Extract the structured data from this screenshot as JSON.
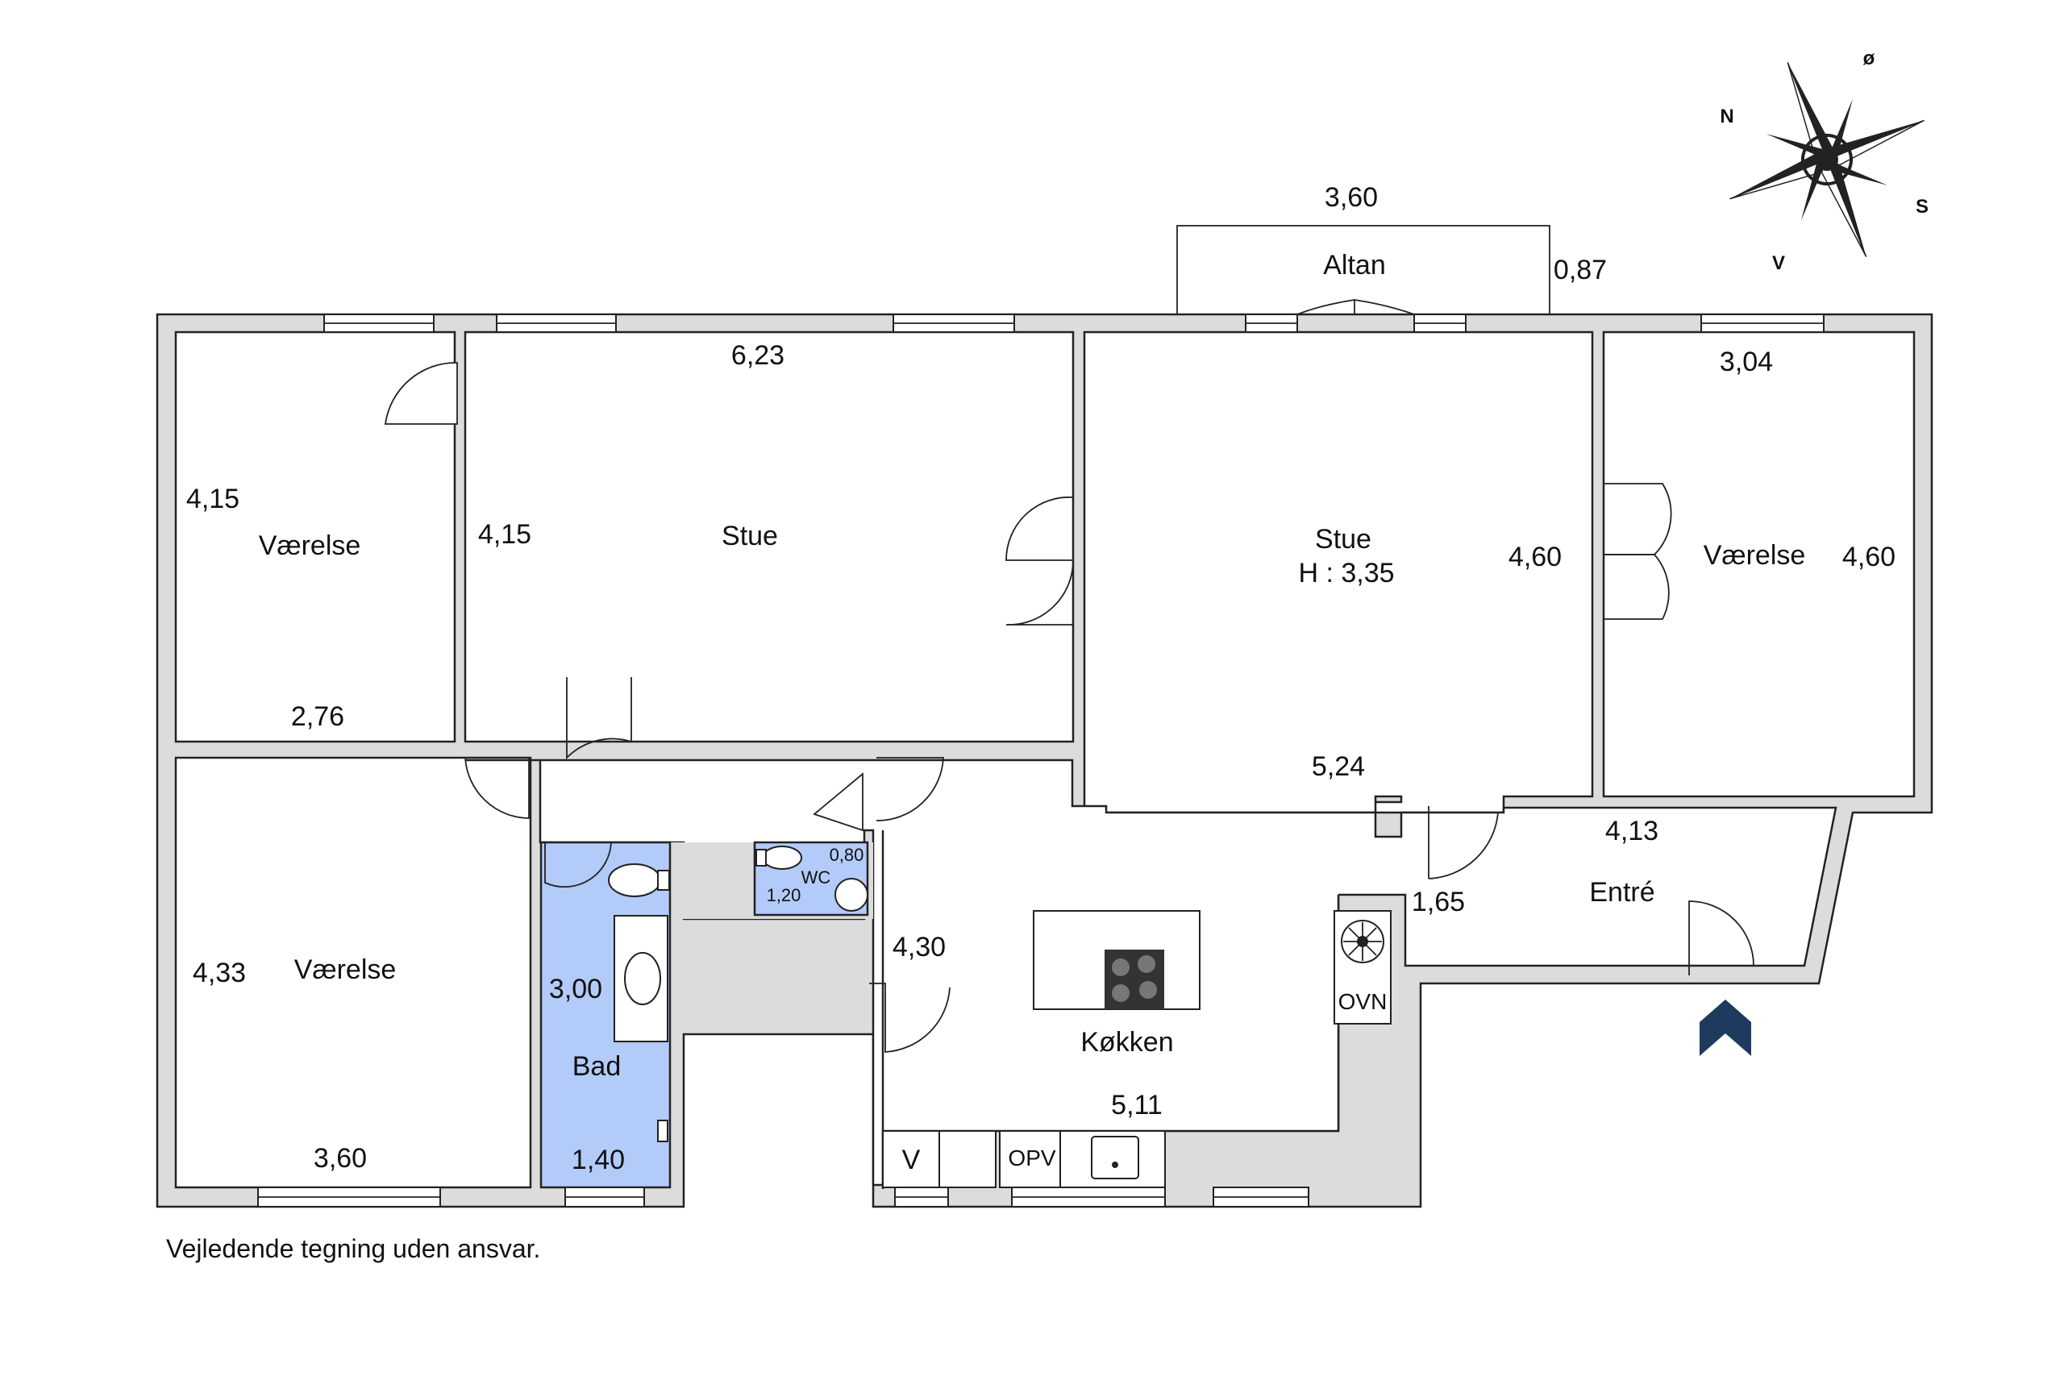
{
  "rooms": {
    "vaerelse_1": "Værelse",
    "stue_1": "Stue",
    "stue_2": "Stue",
    "stue_2_height": "H : 3,35",
    "vaerelse_2": "Værelse",
    "vaerelse_3": "Værelse",
    "bad": "Bad",
    "wc": "WC",
    "koekken": "Køkken",
    "entre": "Entré",
    "altan": "Altan"
  },
  "fixtures": {
    "ovn": "OVN",
    "opv": "OPV",
    "v": "V"
  },
  "dimensions": {
    "altan_width": "3,60",
    "altan_depth": "0,87",
    "stue1_width": "6,23",
    "stue1_depth": "4,15",
    "vaerelse1_depth": "4,15",
    "vaerelse1_width": "2,76",
    "vaerelse2_width": "3,04",
    "vaerelse2_depth_left": "4,60",
    "vaerelse2_depth_right": "4,60",
    "stue2_width": "5,24",
    "vaerelse3_depth": "4,33",
    "vaerelse3_width": "3,60",
    "bad_depth": "3,00",
    "bad_width": "1,40",
    "wc_width": "0,80",
    "wc_depth": "1,20",
    "koekken_depth": "4,30",
    "koekken_width": "5,11",
    "entre_width": "4,13",
    "entre_depth": "1,65"
  },
  "compass": {
    "n": "N",
    "e": "ø",
    "s": "S",
    "w": "V"
  },
  "disclaimer": "Vejledende tegning uden ansvar.",
  "colors": {
    "wall": "#dcdcdc",
    "bathroom": "#b3cbf8",
    "entrance_arrow": "#1f3a5f"
  }
}
